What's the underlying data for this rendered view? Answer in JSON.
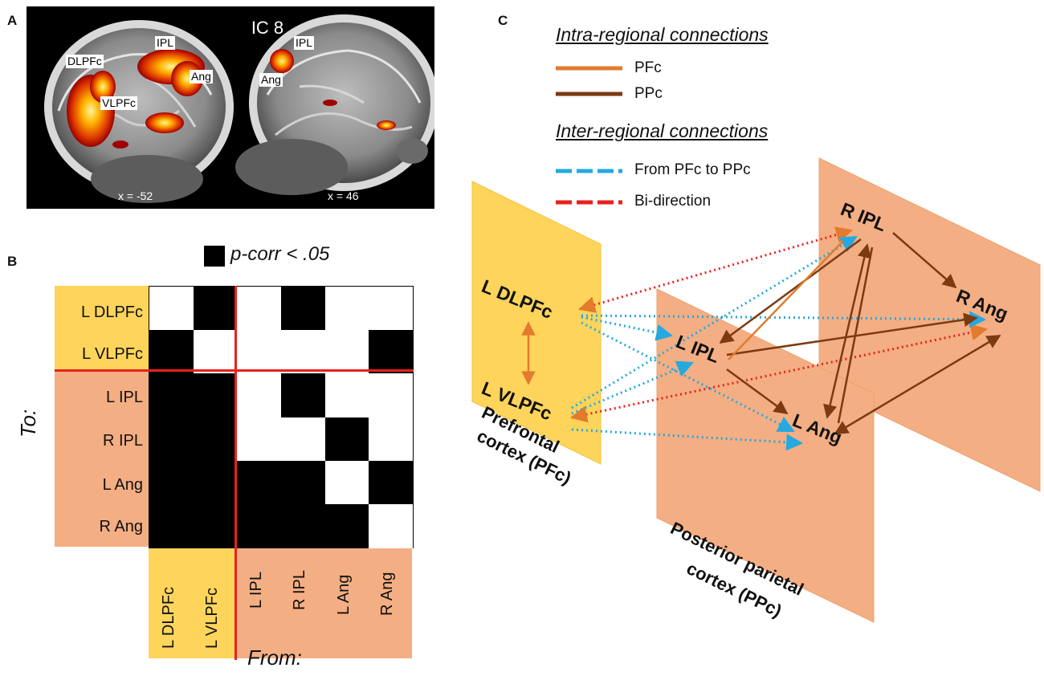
{
  "panels": {
    "a": "A",
    "b": "B",
    "c": "C"
  },
  "panel_a": {
    "title": "IC 8",
    "left": {
      "coord": "x = -52",
      "labels": {
        "dlpfc": "DLPFc",
        "ipl": "IPL",
        "ang": "Ang",
        "vlpfc": "VLPFc"
      }
    },
    "right": {
      "coord": "x = 46",
      "labels": {
        "ipl": "IPL",
        "ang": "Ang"
      }
    }
  },
  "panel_b": {
    "legend": "p-corr < .05",
    "row_axis": "To:",
    "col_axis": "From:",
    "rows": [
      "L DLPFc",
      "L VLPFc",
      "L IPL",
      "R IPL",
      "L Ang",
      "R Ang"
    ],
    "cols": [
      "L DLPFc",
      "L VLPFc",
      "L IPL",
      "R IPL",
      "L Ang",
      "R Ang"
    ],
    "significant": [
      [
        0,
        1,
        0,
        1,
        0,
        0
      ],
      [
        1,
        0,
        0,
        0,
        0,
        1
      ],
      [
        1,
        1,
        0,
        1,
        0,
        0
      ],
      [
        1,
        1,
        0,
        0,
        1,
        0
      ],
      [
        1,
        1,
        1,
        1,
        0,
        1
      ],
      [
        1,
        1,
        1,
        1,
        1,
        0
      ]
    ],
    "colors": {
      "pfc": "#fed45b",
      "ppc": "#f4ae83",
      "divider": "#e8211c"
    }
  },
  "panel_c": {
    "legend": {
      "intra_heading": "Intra-regional connections",
      "pfc": "PFc",
      "ppc": "PPc",
      "inter_heading": "Inter-regional connections",
      "pfc_to_ppc": "From PFc to PPc",
      "bidirection": "Bi-direction"
    },
    "nodes": {
      "l_dlpfc": "L DLPFc",
      "l_vlpfc": "L VLPFc",
      "l_ipl": "L IPL",
      "l_ang": "L Ang",
      "r_ipl": "R IPL",
      "r_ang": "R Ang"
    },
    "captions": {
      "pfc_line1": "Prefrontal",
      "pfc_line2": "cortex (PFc)",
      "ppc_line1": "Posterior parietal",
      "ppc_line2": "cortex (PPc)"
    },
    "colors": {
      "pfc_plane": "#fed45b",
      "ppc_plane": "#f4ae83",
      "pfc_intra": "#e27b2e",
      "ppc_intra": "#7b3a12",
      "pfc_to_ppc": "#24a9e1",
      "bidirection": "#e8211c"
    }
  }
}
